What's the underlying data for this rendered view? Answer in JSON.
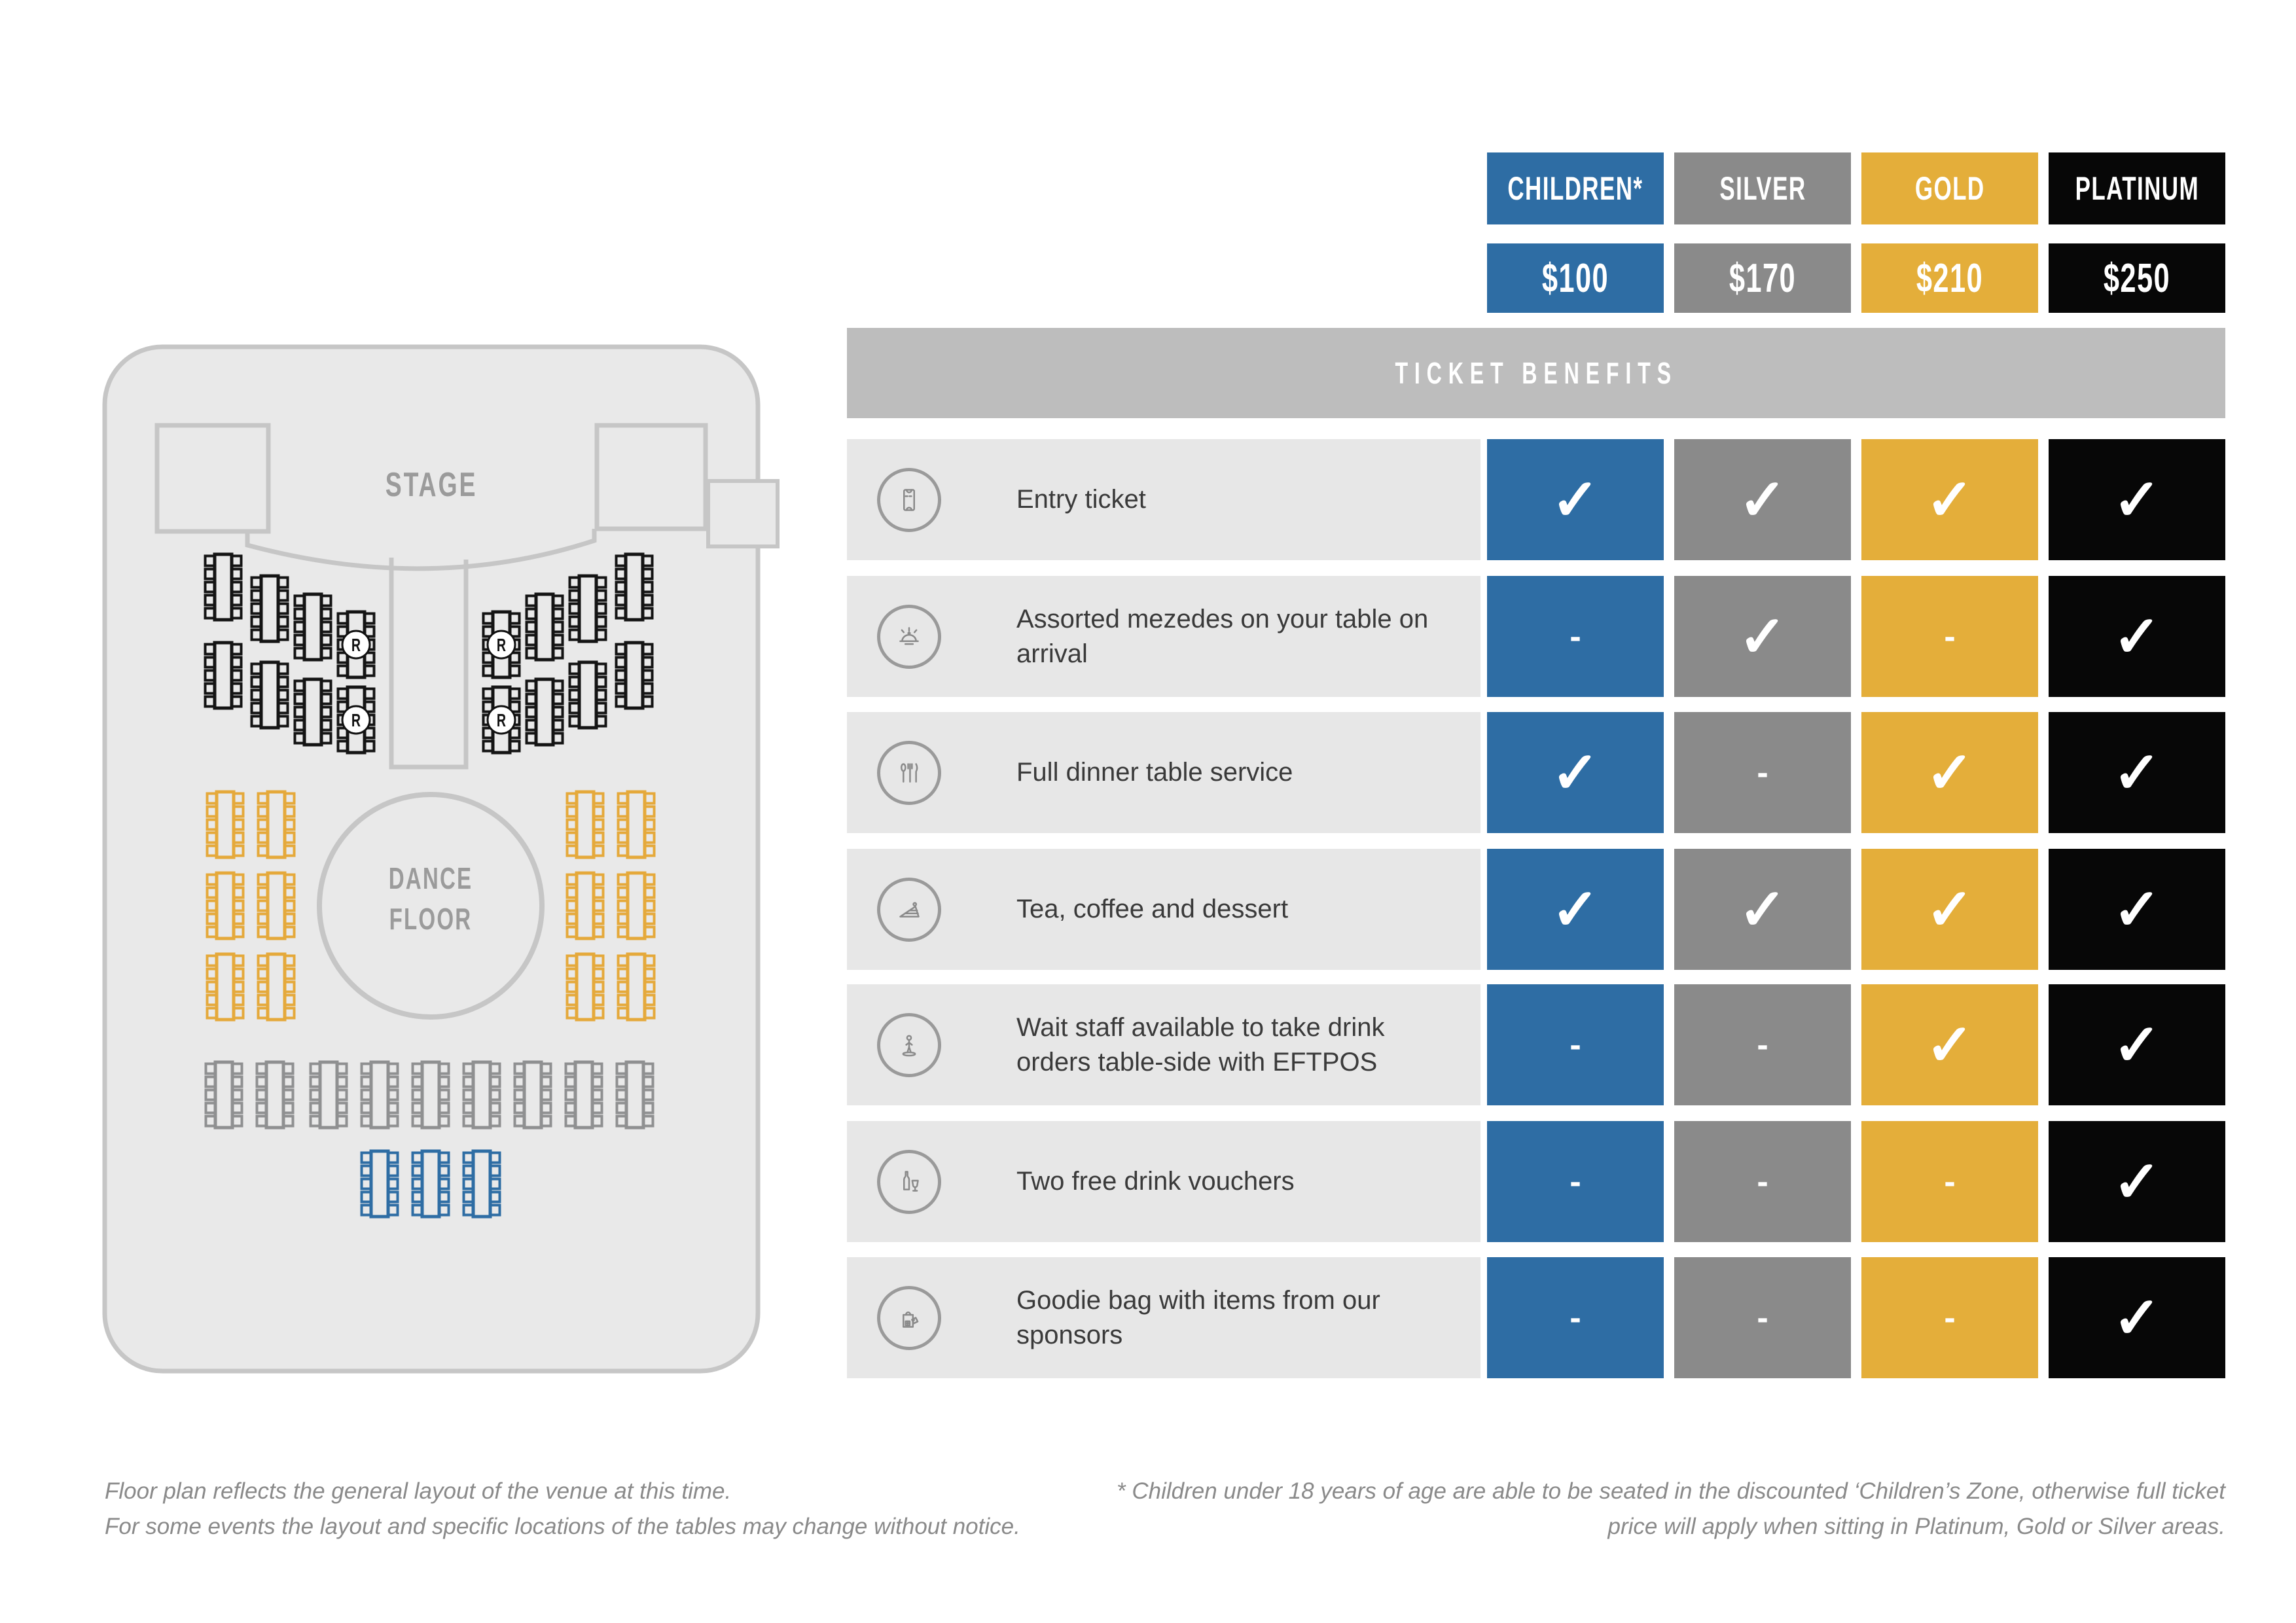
{
  "pricing": {
    "tiers": [
      {
        "name": "CHILDREN*",
        "price": "$100",
        "color": "#2e6da4",
        "slug": "children"
      },
      {
        "name": "SILVER",
        "price": "$170",
        "color": "#8a8a8a",
        "slug": "silver"
      },
      {
        "name": "GOLD",
        "price": "$210",
        "color": "#e4ae3a",
        "slug": "gold"
      },
      {
        "name": "PLATINUM",
        "price": "$250",
        "color": "#070707",
        "slug": "platinum"
      }
    ],
    "benefits_header": "TICKET BENEFITS",
    "check_symbol": "✓",
    "dash_symbol": "-",
    "benefits": [
      {
        "icon": "ticket-icon",
        "label": "Entry ticket",
        "availability": [
          true,
          true,
          true,
          true
        ]
      },
      {
        "icon": "cloche-icon",
        "label": "Assorted mezedes on your table on arrival",
        "availability": [
          false,
          true,
          false,
          true
        ]
      },
      {
        "icon": "cutlery-icon",
        "label": "Full dinner table service",
        "availability": [
          true,
          false,
          true,
          true
        ]
      },
      {
        "icon": "cake-icon",
        "label": "Tea, coffee and dessert",
        "availability": [
          true,
          true,
          true,
          true
        ]
      },
      {
        "icon": "waiter-icon",
        "label": "Wait staff available to take drink orders table-side with EFTPOS",
        "availability": [
          false,
          false,
          true,
          true
        ]
      },
      {
        "icon": "drinks-icon",
        "label": "Two free drink vouchers",
        "availability": [
          false,
          false,
          false,
          true
        ]
      },
      {
        "icon": "goodie-bag-icon",
        "label": "Goodie bag with items from our sponsors",
        "availability": [
          false,
          false,
          false,
          true
        ]
      }
    ]
  },
  "floor_plan": {
    "stage_label": "STAGE",
    "dance_floor_line1": "DANCE",
    "dance_floor_line2": "FLOOR",
    "reserved_label": "R",
    "zone_colors": {
      "platinum": "#141414",
      "gold": "#e5a93b",
      "silver": "#8f9091",
      "children": "#2e6da4"
    }
  },
  "footnotes": {
    "left_line1": "Floor plan reflects the general layout of the venue at this time.",
    "left_line2": "For some events the layout and specific locations of the tables may change without notice.",
    "right_line1": "* Children under 18 years of age are able to be seated in the discounted ‘Children’s Zone, otherwise full ticket",
    "right_line2": "price will apply when sitting in Platinum, Gold or Silver areas."
  }
}
